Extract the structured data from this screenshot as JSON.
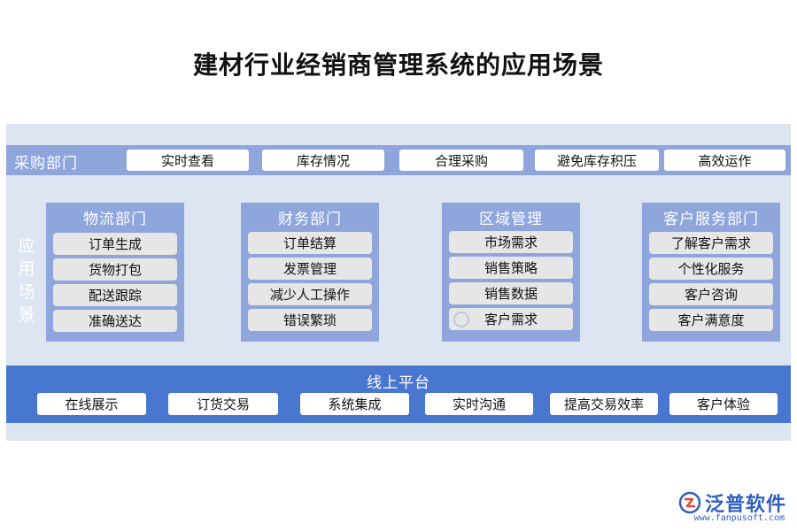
{
  "title": "建材行业经销商管理系统的应用场景",
  "purchase": {
    "label": "采购部门",
    "items": [
      "实时查看",
      "库存情况",
      "合理采购",
      "避免库存积压",
      "高效运作"
    ]
  },
  "scenes_label": "应用场景",
  "departments": [
    {
      "title": "物流部门",
      "items": [
        "订单生成",
        "货物打包",
        "配送跟踪",
        "准确送达"
      ]
    },
    {
      "title": "财务部门",
      "items": [
        "订单结算",
        "发票管理",
        "减少人工操作",
        "错误繁琐"
      ]
    },
    {
      "title": "区域管理",
      "items": [
        "市场需求",
        "销售策略",
        "销售数据",
        "客户需求"
      ]
    },
    {
      "title": "客户服务部门",
      "items": [
        "了解客户需求",
        "个性化服务",
        "客户咨询",
        "客户满意度"
      ]
    }
  ],
  "platform": {
    "title": "线上平台",
    "items": [
      "在线展示",
      "订货交易",
      "系统集成",
      "实时沟通",
      "提高交易效率",
      "客户体验"
    ]
  },
  "brand": {
    "name": "泛普软件",
    "url": "www.fanpusoft.com"
  },
  "colors": {
    "band": "#8fa6dc",
    "platform": "#4976cf",
    "background": "#dde5f3",
    "brand": "#2f5fbf"
  }
}
